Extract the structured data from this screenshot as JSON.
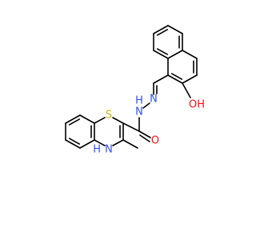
{
  "molecule": {
    "atoms": {
      "hydroxyl": {
        "symbol": "OH",
        "color": "#ff0d0d"
      },
      "imine_n": {
        "symbol": "N",
        "color": "#3050f8"
      },
      "hydrazide_nh": {
        "symbol": "N",
        "h": "H",
        "color": "#3050f8"
      },
      "carbonyl_o": {
        "symbol": "O",
        "color": "#ff0d0d"
      },
      "ring_s": {
        "symbol": "S",
        "color": "#c8b400"
      },
      "ring_nh": {
        "symbol": "N",
        "h": "H",
        "color": "#3050f8"
      }
    },
    "bond_color": "#000000"
  }
}
